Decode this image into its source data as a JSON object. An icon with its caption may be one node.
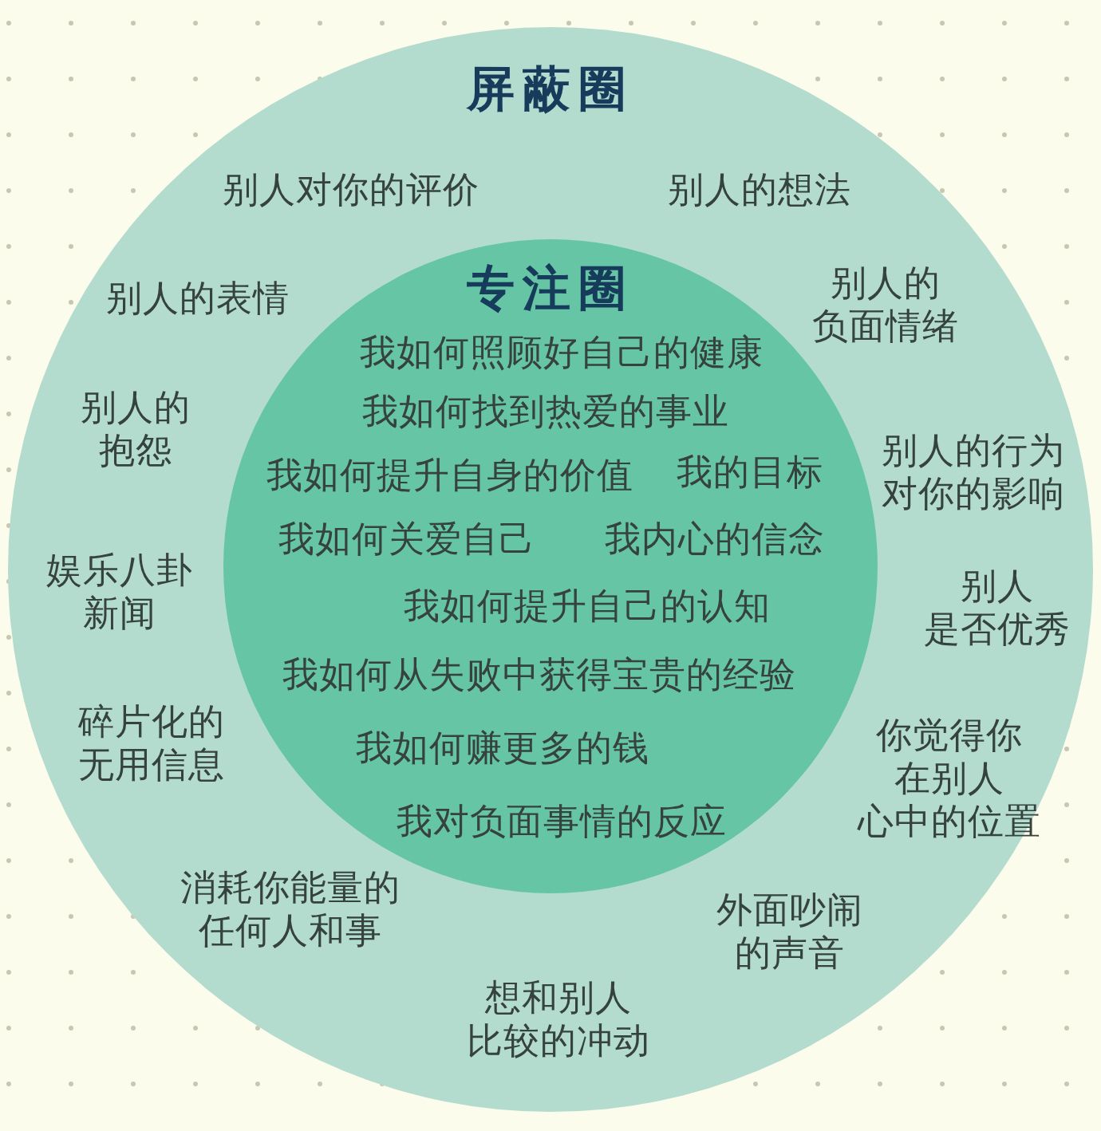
{
  "diagram": {
    "nodes": [
      {
        "text": [
          "屏蔽圈",
          "别人对你的评价",
          "别人的想法",
          "别人的表情",
          "别人的负面情绪",
          "别人的抱怨",
          "别人的行为对你的影响",
          "娱乐八卦新闻",
          "别人是否优秀",
          "碎片化的无用信息",
          "你觉得你在别人心中的位置",
          "消耗你能量的任何人和事",
          "外面吵闹的声音",
          "想和别人比较的冲动"
        ]
      },
      {
        "text": [
          "专注圈",
          "我如何照顾好自己的健康",
          "我如何找到热爱的事业",
          "我如何提升自身的价值",
          "我的目标",
          "我如何关爱自己",
          "我内心的信念",
          "我如何提升自己的认知",
          "我如何从失败中获得宝贵的经验",
          "我如何赚更多的钱",
          "我对负面事情的反应"
        ],
        "in": 0
      }
    ]
  }
}
